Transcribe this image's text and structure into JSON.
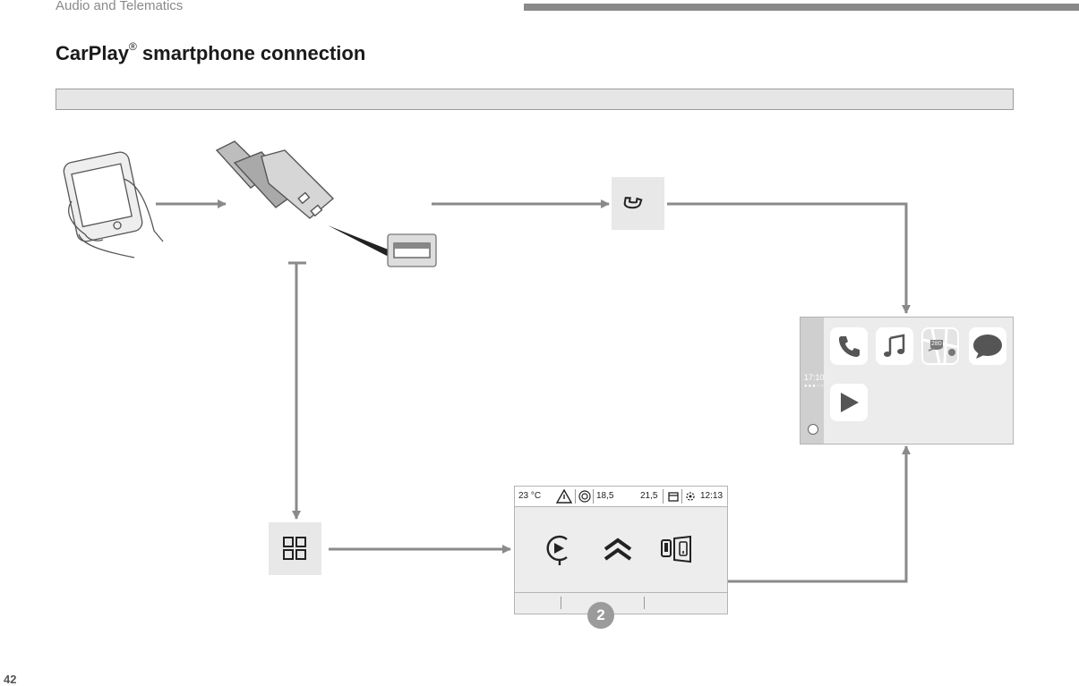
{
  "header": {
    "section": "Audio and Telematics"
  },
  "page": {
    "title": "CarPlay",
    "title_mark": "®",
    "title_rest": " smartphone connection",
    "page_number": "42"
  },
  "carplay_screen": {
    "time": "17:10",
    "dots": "●●●○○",
    "map_badge": "280"
  },
  "vehicle_screen": {
    "temperature": "23 °C",
    "value_left": "18,5",
    "value_right": "21,5",
    "clock": "12:13"
  },
  "callout": {
    "number": "2"
  },
  "icons": [
    "smartphone-in-hand-icon",
    "usb-plug-icon",
    "usb-port-icon",
    "phone-handset-icon",
    "apps-grid-icon",
    "carplay-play-icon",
    "citroen-logo-icon",
    "mirror-screen-icon"
  ],
  "colors": {
    "arrow": "#8a8a8a",
    "tile": "#e8e8e8",
    "badge": "#9b9b9b"
  }
}
